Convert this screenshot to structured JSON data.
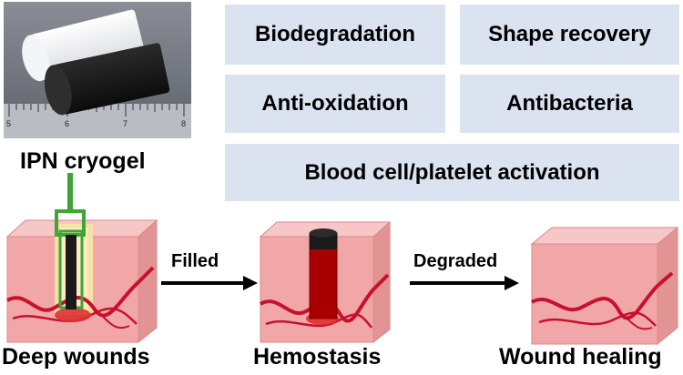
{
  "photo": {
    "caption": "IPN cryogel",
    "scale_numbers": [
      "5",
      "6",
      "7",
      "8"
    ]
  },
  "properties": {
    "items": [
      "Biodegradation",
      "Shape recovery",
      "Anti-oxidation",
      "Antibacteria",
      "Blood cell/platelet activation"
    ]
  },
  "process": {
    "stages": [
      "Deep wounds",
      "Hemostasis",
      "Wound healing"
    ],
    "arrows": [
      "Filled",
      "Degraded"
    ]
  },
  "colors": {
    "box_fill": "#dbe3f1",
    "tissue_front": "#f1a7a7",
    "tissue_top": "#f7c7c7",
    "tissue_side": "#e29393",
    "vessel": "#c8102e",
    "blood": "#c00000",
    "applicator": "#3fa535",
    "black_cryogel": "#1a1a1a"
  }
}
